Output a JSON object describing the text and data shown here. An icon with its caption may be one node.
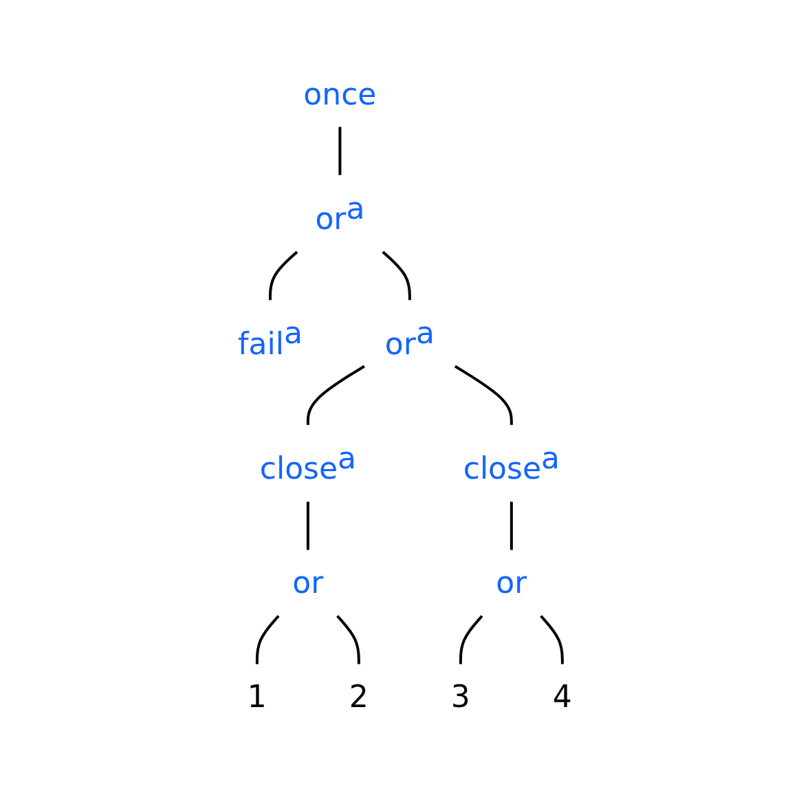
{
  "diagram": {
    "nodes": [
      {
        "text": [
          "once"
        ]
      },
      {
        "text": [
          "or"
        ],
        "beside": [
          "a"
        ]
      },
      {
        "text": [
          "fail"
        ],
        "beside": [
          "a"
        ]
      },
      {
        "text": [
          "or"
        ],
        "beside": [
          "a"
        ]
      },
      {
        "text": [
          "close"
        ],
        "beside": [
          "a"
        ]
      },
      {
        "text": [
          "close"
        ],
        "beside": [
          "a"
        ]
      },
      {
        "text": [
          "or"
        ]
      },
      {
        "text": [
          "or"
        ]
      },
      {
        "text": [
          "1"
        ]
      },
      {
        "text": [
          "2"
        ]
      },
      {
        "text": [
          "3"
        ]
      },
      {
        "text": [
          "4"
        ]
      }
    ],
    "edges": [
      {
        "from": 0,
        "to": 1,
        "arrow": "none"
      },
      {
        "from": 1,
        "to": 2,
        "arrow": "none"
      },
      {
        "from": 1,
        "to": 3,
        "arrow": "none"
      },
      {
        "from": 3,
        "to": 4,
        "arrow": "none"
      },
      {
        "from": 3,
        "to": 5,
        "arrow": "none"
      },
      {
        "from": 4,
        "to": 6,
        "arrow": "none"
      },
      {
        "from": 5,
        "to": 7,
        "arrow": "none"
      },
      {
        "from": 6,
        "to": 8,
        "arrow": "none"
      },
      {
        "from": 6,
        "to": 9,
        "arrow": "none"
      },
      {
        "from": 7,
        "to": 10,
        "arrow": "none"
      },
      {
        "from": 7,
        "to": 11,
        "arrow": "none"
      }
    ]
  }
}
